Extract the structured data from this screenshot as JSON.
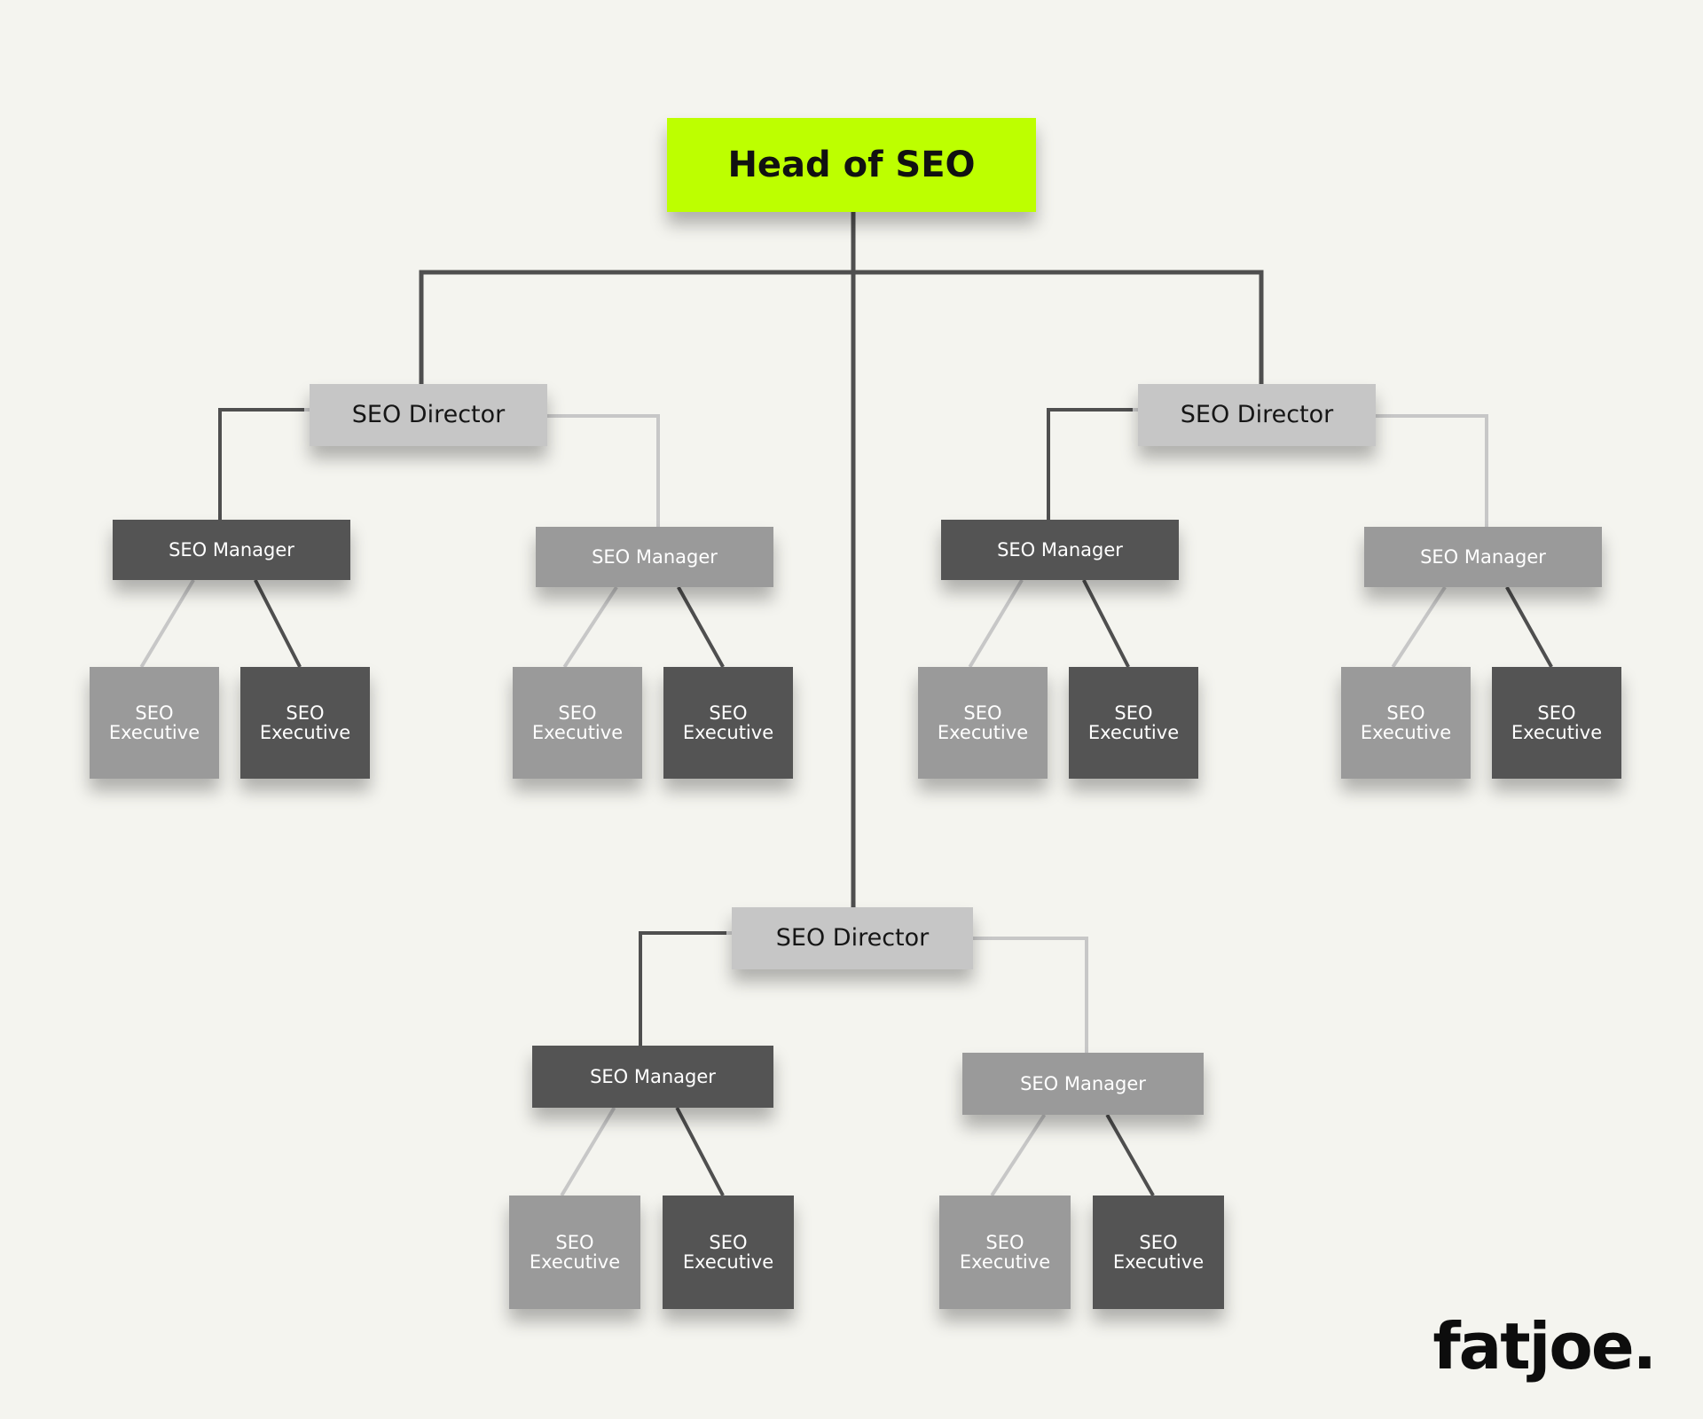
{
  "colors": {
    "background": "#f4f4ef",
    "accent": "#bdff00",
    "director_fill": "#c6c6c6",
    "dark_fill": "#545454",
    "light_fill": "#9a9a9a",
    "dark_line": "#4f4f4f",
    "light_line": "#c7c7c7"
  },
  "head": {
    "label": "Head of SEO"
  },
  "branches": [
    {
      "director": "SEO Director",
      "managers": [
        {
          "label": "SEO Manager",
          "tone": "dark",
          "executives": [
            {
              "label": "SEO\nExecutive",
              "tone": "light"
            },
            {
              "label": "SEO\nExecutive",
              "tone": "dark"
            }
          ]
        },
        {
          "label": "SEO Manager",
          "tone": "light",
          "executives": [
            {
              "label": "SEO\nExecutive",
              "tone": "light"
            },
            {
              "label": "SEO\nExecutive",
              "tone": "dark"
            }
          ]
        }
      ]
    },
    {
      "director": "SEO Director",
      "managers": [
        {
          "label": "SEO Manager",
          "tone": "dark",
          "executives": [
            {
              "label": "SEO\nExecutive",
              "tone": "light"
            },
            {
              "label": "SEO\nExecutive",
              "tone": "dark"
            }
          ]
        },
        {
          "label": "SEO Manager",
          "tone": "light",
          "executives": [
            {
              "label": "SEO\nExecutive",
              "tone": "light"
            },
            {
              "label": "SEO\nExecutive",
              "tone": "dark"
            }
          ]
        }
      ]
    },
    {
      "director": "SEO Director",
      "managers": [
        {
          "label": "SEO Manager",
          "tone": "dark",
          "executives": [
            {
              "label": "SEO\nExecutive",
              "tone": "light"
            },
            {
              "label": "SEO\nExecutive",
              "tone": "dark"
            }
          ]
        },
        {
          "label": "SEO Manager",
          "tone": "light",
          "executives": [
            {
              "label": "SEO\nExecutive",
              "tone": "light"
            },
            {
              "label": "SEO\nExecutive",
              "tone": "dark"
            }
          ]
        }
      ]
    }
  ],
  "brand": {
    "logo_text": "fatjoe."
  }
}
